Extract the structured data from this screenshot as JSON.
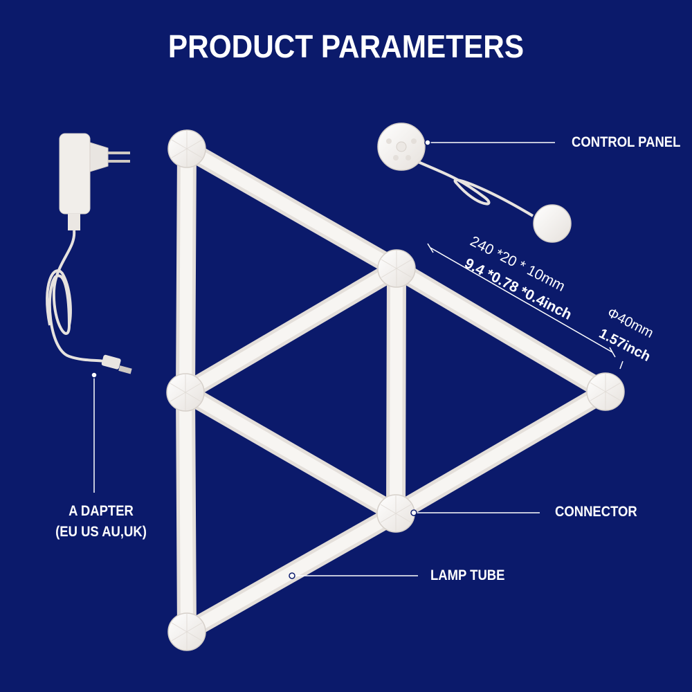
{
  "title": "PRODUCT PARAMETERS",
  "labels": {
    "control_panel": "CONTROL PANEL",
    "connector": "CONNECTOR",
    "lamp_tube": "LAMP TUBE",
    "adapter_line1": "A DAPTER",
    "adapter_line2": "(EU US AU,UK)"
  },
  "dimensions": {
    "tube_mm": "240 *20 * 10mm",
    "tube_inch": "9.4 *0.78 *0.4inch",
    "connector_mm": "Φ40mm",
    "connector_inch": "1.57inch"
  },
  "colors": {
    "background": "#0b1a6b",
    "tube": "#f2efeb",
    "tube_edge": "#d9d4cf",
    "text": "#ffffff"
  }
}
